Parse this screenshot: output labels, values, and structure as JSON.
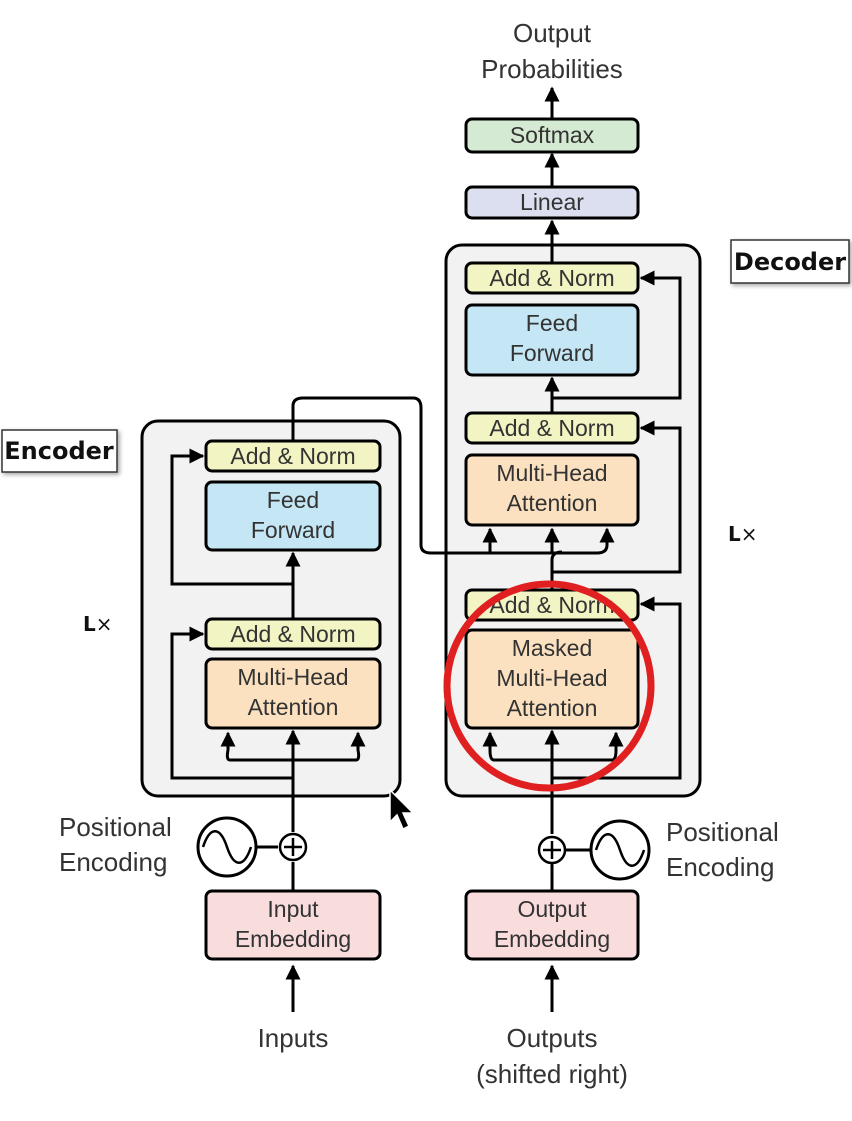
{
  "labels": {
    "output_probabilities": [
      "Output",
      "Probabilities"
    ],
    "softmax": "Softmax",
    "linear": "Linear",
    "decoder_tag": "Decoder",
    "encoder_tag": "Encoder",
    "decoder_repeat": "L",
    "encoder_repeat": "L",
    "times_symbol": "×",
    "dec_add_norm_top": "Add & Norm",
    "dec_feed_forward": [
      "Feed",
      "Forward"
    ],
    "dec_add_norm_mid": "Add & Norm",
    "dec_cross_attention": [
      "Multi-Head",
      "Attention"
    ],
    "dec_add_norm_bottom": "Add & Norm",
    "dec_masked_attention": [
      "Masked",
      "Multi-Head",
      "Attention"
    ],
    "enc_add_norm_top": "Add & Norm",
    "enc_feed_forward": [
      "Feed",
      "Forward"
    ],
    "enc_add_norm_bottom": "Add & Norm",
    "enc_attention": [
      "Multi-Head",
      "Attention"
    ],
    "enc_positional_encoding": [
      "Positional",
      "Encoding"
    ],
    "dec_positional_encoding": [
      "Positional",
      "Encoding"
    ],
    "input_embedding": [
      "Input",
      "Embedding"
    ],
    "output_embedding": [
      "Output",
      "Embedding"
    ],
    "inputs": "Inputs",
    "outputs": [
      "Outputs",
      "(shifted right)"
    ]
  },
  "colors": {
    "add_norm": "#f2f4c3",
    "feed_forward": "#c5e7f5",
    "attention": "#fbe1c0",
    "embedding": "#f9dcdc",
    "softmax": "#d5ead2",
    "linear": "#dcdff0",
    "block_background": "#f2f2f2",
    "highlight_circle": "#e02020"
  }
}
